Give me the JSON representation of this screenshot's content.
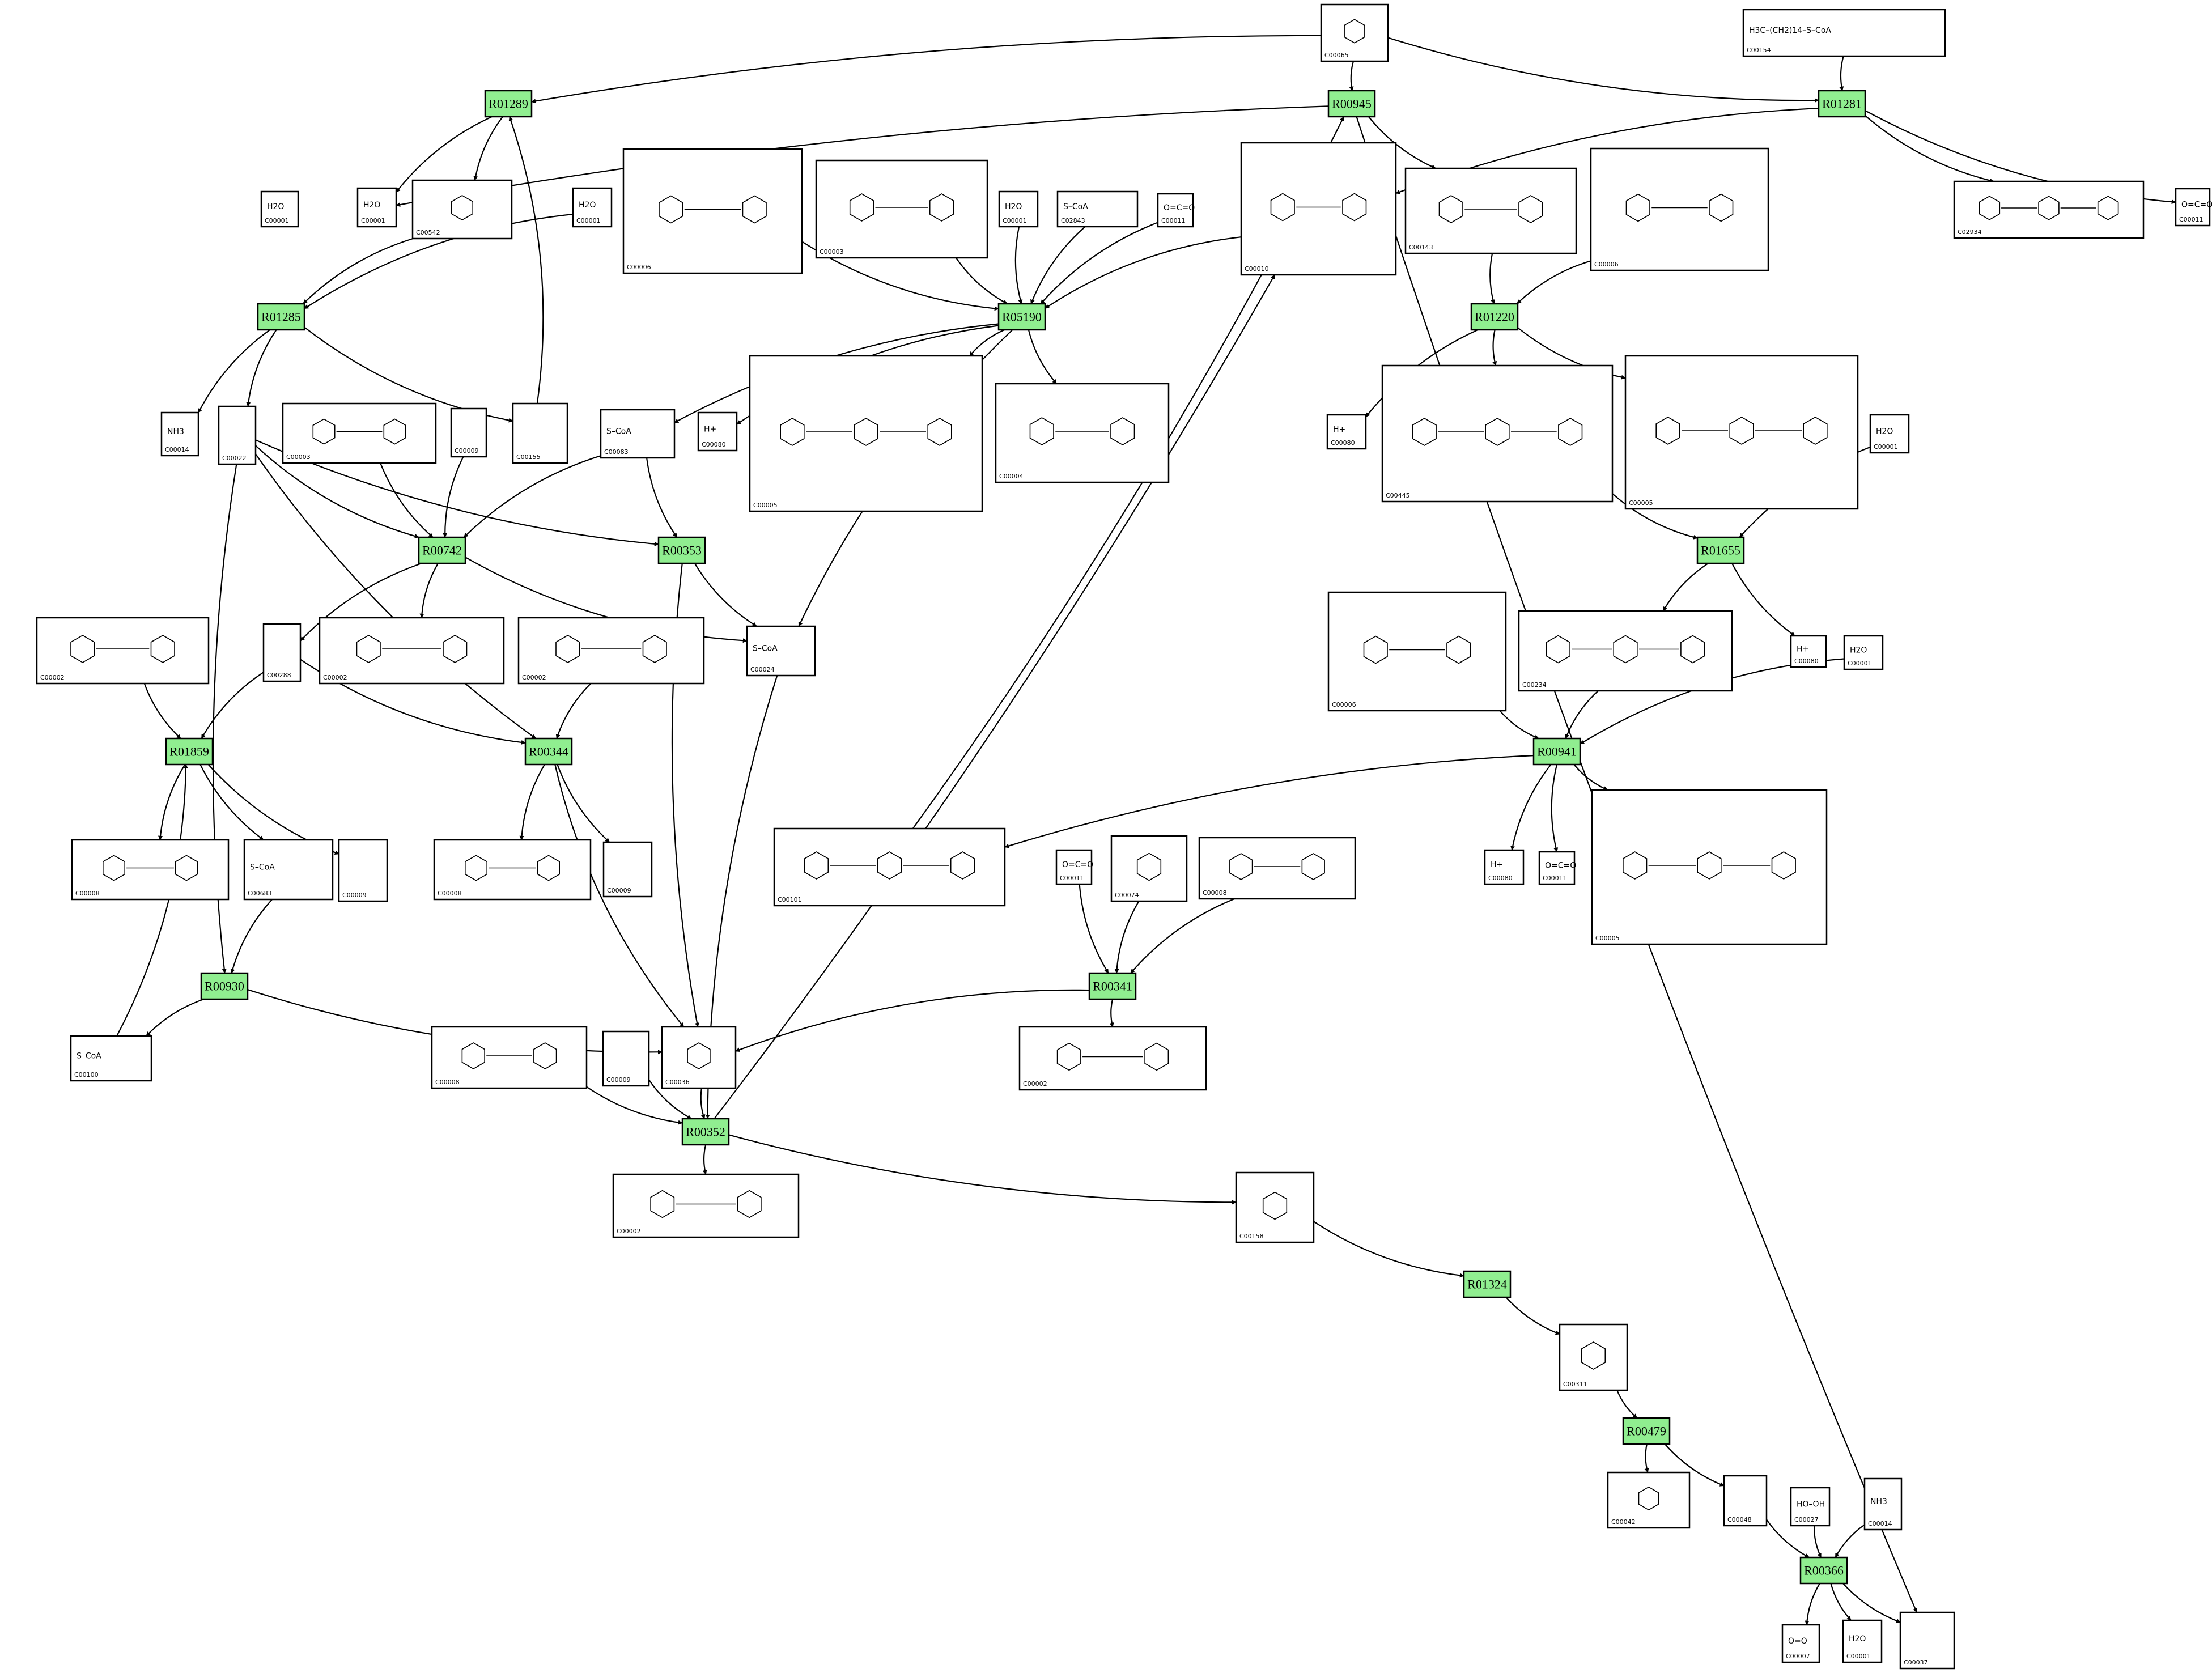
{
  "diagram": {
    "reactions": [
      {
        "id": "R01289"
      },
      {
        "id": "R00945"
      },
      {
        "id": "R01281"
      },
      {
        "id": "R01285"
      },
      {
        "id": "R05190"
      },
      {
        "id": "R01220"
      },
      {
        "id": "R00742"
      },
      {
        "id": "R00353"
      },
      {
        "id": "R01655"
      },
      {
        "id": "R01859"
      },
      {
        "id": "R00344"
      },
      {
        "id": "R00941"
      },
      {
        "id": "R00930"
      },
      {
        "id": "R00341"
      },
      {
        "id": "R00352"
      },
      {
        "id": "R01324"
      },
      {
        "id": "R00479"
      },
      {
        "id": "R00366"
      }
    ],
    "compounds": [
      {
        "key": "c0065",
        "id": "C00065",
        "formula": ""
      },
      {
        "key": "c0154",
        "id": "C00154",
        "formula": "H3C–(CH2)14–S–CoA"
      },
      {
        "key": "c0001a",
        "id": "C00001",
        "formula": "H2O"
      },
      {
        "key": "c0542",
        "id": "C00542",
        "formula": ""
      },
      {
        "key": "c0001b",
        "id": "C00001",
        "formula": "H2O"
      },
      {
        "key": "c0006a",
        "id": "C00006",
        "formula": ""
      },
      {
        "key": "c0003a",
        "id": "C00003",
        "formula": ""
      },
      {
        "key": "c0001c",
        "id": "C00001",
        "formula": "H2O"
      },
      {
        "key": "c2843",
        "id": "C02843",
        "formula": "S–CoA"
      },
      {
        "key": "c0011a",
        "id": "C00011",
        "formula": "O=C=O"
      },
      {
        "key": "c0010",
        "id": "C00010",
        "formula": ""
      },
      {
        "key": "c0143",
        "id": "C00143",
        "formula": ""
      },
      {
        "key": "c0006b",
        "id": "C00006",
        "formula": ""
      },
      {
        "key": "c2934",
        "id": "C02934",
        "formula": ""
      },
      {
        "key": "c0011b",
        "id": "C00011",
        "formula": "O=C=O"
      },
      {
        "key": "c0001d",
        "id": "C00001",
        "formula": "H2O"
      },
      {
        "key": "c0014a",
        "id": "C00014",
        "formula": "NH3"
      },
      {
        "key": "c0022",
        "id": "C00022",
        "formula": ""
      },
      {
        "key": "c0003b",
        "id": "C00003",
        "formula": ""
      },
      {
        "key": "c0009a",
        "id": "C00009",
        "formula": ""
      },
      {
        "key": "c0155",
        "id": "C00155",
        "formula": ""
      },
      {
        "key": "c0083",
        "id": "C00083",
        "formula": "S–CoA"
      },
      {
        "key": "c0080a",
        "id": "C00080",
        "formula": "H+"
      },
      {
        "key": "c0005a",
        "id": "C00005",
        "formula": ""
      },
      {
        "key": "c0004",
        "id": "C00004",
        "formula": ""
      },
      {
        "key": "c0080b",
        "id": "C00080",
        "formula": "H+"
      },
      {
        "key": "c0445",
        "id": "C00445",
        "formula": ""
      },
      {
        "key": "c0005b",
        "id": "C00005",
        "formula": ""
      },
      {
        "key": "c0001e",
        "id": "C00001",
        "formula": "H2O"
      },
      {
        "key": "c0002a",
        "id": "C00002",
        "formula": ""
      },
      {
        "key": "c0288",
        "id": "C00288",
        "formula": ""
      },
      {
        "key": "c0002b",
        "id": "C00002",
        "formula": ""
      },
      {
        "key": "c0002c",
        "id": "C00002",
        "formula": ""
      },
      {
        "key": "c0024",
        "id": "C00024",
        "formula": "S–CoA"
      },
      {
        "key": "c0006c",
        "id": "C00006",
        "formula": ""
      },
      {
        "key": "c0234",
        "id": "C00234",
        "formula": ""
      },
      {
        "key": "c0080c",
        "id": "C00080",
        "formula": "H+"
      },
      {
        "key": "c0001f",
        "id": "C00001",
        "formula": "H2O"
      },
      {
        "key": "c0008a",
        "id": "C00008",
        "formula": ""
      },
      {
        "key": "c0683",
        "id": "C00683",
        "formula": "S–CoA"
      },
      {
        "key": "c0009b",
        "id": "C00009",
        "formula": ""
      },
      {
        "key": "c0008b",
        "id": "C00008",
        "formula": ""
      },
      {
        "key": "c0009c",
        "id": "C00009",
        "formula": ""
      },
      {
        "key": "c0101",
        "id": "C00101",
        "formula": ""
      },
      {
        "key": "c0011c",
        "id": "C00011",
        "formula": "O=C=O"
      },
      {
        "key": "c0074",
        "id": "C00074",
        "formula": ""
      },
      {
        "key": "c0008c",
        "id": "C00008",
        "formula": ""
      },
      {
        "key": "c0080d",
        "id": "C00080",
        "formula": "H+"
      },
      {
        "key": "c0011d",
        "id": "C00011",
        "formula": "O=C=O"
      },
      {
        "key": "c0005c",
        "id": "C00005",
        "formula": ""
      },
      {
        "key": "c0100",
        "id": "C00100",
        "formula": "S–CoA"
      },
      {
        "key": "c0008d",
        "id": "C00008",
        "formula": ""
      },
      {
        "key": "c0009d",
        "id": "C00009",
        "formula": ""
      },
      {
        "key": "c0036",
        "id": "C00036",
        "formula": ""
      },
      {
        "key": "c0002d",
        "id": "C00002",
        "formula": ""
      },
      {
        "key": "c0002e",
        "id": "C00002",
        "formula": ""
      },
      {
        "key": "c0158",
        "id": "C00158",
        "formula": ""
      },
      {
        "key": "c0311",
        "id": "C00311",
        "formula": ""
      },
      {
        "key": "c0042",
        "id": "C00042",
        "formula": ""
      },
      {
        "key": "c0048",
        "id": "C00048",
        "formula": ""
      },
      {
        "key": "c0027",
        "id": "C00027",
        "formula": "HO–OH"
      },
      {
        "key": "c0014b",
        "id": "C00014",
        "formula": "NH3"
      },
      {
        "key": "c0007",
        "id": "C00007",
        "formula": "O=O"
      },
      {
        "key": "c0001g",
        "id": "C00001",
        "formula": "H2O"
      },
      {
        "key": "c0037",
        "id": "C00037",
        "formula": ""
      }
    ],
    "edges": [
      [
        "c0065",
        "R01289"
      ],
      [
        "c0065",
        "R00945"
      ],
      [
        "c0065",
        "R01281"
      ],
      [
        "c0154",
        "R01281"
      ],
      [
        "R01289",
        "c0001a"
      ],
      [
        "R01289",
        "c0542"
      ],
      [
        "c0542",
        "R01285"
      ],
      [
        "c0001b",
        "R01285"
      ],
      [
        "R01285",
        "c0014a"
      ],
      [
        "R01285",
        "c0022"
      ],
      [
        "R01285",
        "c0155"
      ],
      [
        "c0155",
        "R01289"
      ],
      [
        "R00945",
        "c0001a"
      ],
      [
        "R00945",
        "c0143"
      ],
      [
        "R00945",
        "c0037"
      ],
      [
        "R01281",
        "c0010"
      ],
      [
        "R01281",
        "c2934"
      ],
      [
        "R01281",
        "c0011b"
      ],
      [
        "c0006a",
        "R05190"
      ],
      [
        "c0003a",
        "R05190"
      ],
      [
        "c0001c",
        "R05190"
      ],
      [
        "c2843",
        "R05190"
      ],
      [
        "c0011a",
        "R05190"
      ],
      [
        "c0010",
        "R05190"
      ],
      [
        "R05190",
        "c0083"
      ],
      [
        "R05190",
        "c0080a"
      ],
      [
        "R05190",
        "c0005a"
      ],
      [
        "R05190",
        "c0004"
      ],
      [
        "R05190",
        "c0024"
      ],
      [
        "c0143",
        "R01220"
      ],
      [
        "c0006b",
        "R01220"
      ],
      [
        "R01220",
        "c0080b"
      ],
      [
        "R01220",
        "c0445"
      ],
      [
        "R01220",
        "c0005b"
      ],
      [
        "c0445",
        "R01655"
      ],
      [
        "c0001e",
        "R01655"
      ],
      [
        "R01655",
        "c0234"
      ],
      [
        "R01655",
        "c0080c"
      ],
      [
        "c0003b",
        "R00742"
      ],
      [
        "c0009a",
        "R00742"
      ],
      [
        "c0083",
        "R00742"
      ],
      [
        "c0022",
        "R00742"
      ],
      [
        "R00742",
        "c0288"
      ],
      [
        "R00742",
        "c0002b"
      ],
      [
        "R00742",
        "c0024"
      ],
      [
        "c0083",
        "R00353"
      ],
      [
        "c0022",
        "R00353"
      ],
      [
        "R00353",
        "c0024"
      ],
      [
        "R00353",
        "c0036"
      ],
      [
        "c0002a",
        "R01859"
      ],
      [
        "c0288",
        "R01859"
      ],
      [
        "c0100",
        "R01859"
      ],
      [
        "R01859",
        "c0008a"
      ],
      [
        "R01859",
        "c0683"
      ],
      [
        "R01859",
        "c0009b"
      ],
      [
        "c0683",
        "R00930"
      ],
      [
        "c0022",
        "R00930"
      ],
      [
        "R00930",
        "c0100"
      ],
      [
        "R00930",
        "c0036"
      ],
      [
        "c0002c",
        "R00344"
      ],
      [
        "c0288",
        "R00344"
      ],
      [
        "c0022",
        "R00344"
      ],
      [
        "R00344",
        "c0008b"
      ],
      [
        "R00344",
        "c0009c"
      ],
      [
        "R00344",
        "c0036"
      ],
      [
        "c0006c",
        "R00941"
      ],
      [
        "c0234",
        "R00941"
      ],
      [
        "c0001f",
        "R00941"
      ],
      [
        "R00941",
        "c0101"
      ],
      [
        "R00941",
        "c0080d"
      ],
      [
        "R00941",
        "c0011d"
      ],
      [
        "R00941",
        "c0005c"
      ],
      [
        "c0101",
        "R00945"
      ],
      [
        "c0011c",
        "R00341"
      ],
      [
        "c0074",
        "R00341"
      ],
      [
        "c0008c",
        "R00341"
      ],
      [
        "R00341",
        "c0036"
      ],
      [
        "R00341",
        "c0002e"
      ],
      [
        "c0008d",
        "R00352"
      ],
      [
        "c0009d",
        "R00352"
      ],
      [
        "c0036",
        "R00352"
      ],
      [
        "c0024",
        "R00352"
      ],
      [
        "R00352",
        "c0002d"
      ],
      [
        "R00352",
        "c0158"
      ],
      [
        "R00352",
        "c0010"
      ],
      [
        "c0158",
        "R01324"
      ],
      [
        "R01324",
        "c0311"
      ],
      [
        "c0311",
        "R00479"
      ],
      [
        "R00479",
        "c0042"
      ],
      [
        "R00479",
        "c0048"
      ],
      [
        "c0048",
        "R00366"
      ],
      [
        "c0027",
        "R00366"
      ],
      [
        "c0014b",
        "R00366"
      ],
      [
        "R00366",
        "c0007"
      ],
      [
        "R00366",
        "c0001g"
      ],
      [
        "R00366",
        "c0037"
      ]
    ]
  }
}
